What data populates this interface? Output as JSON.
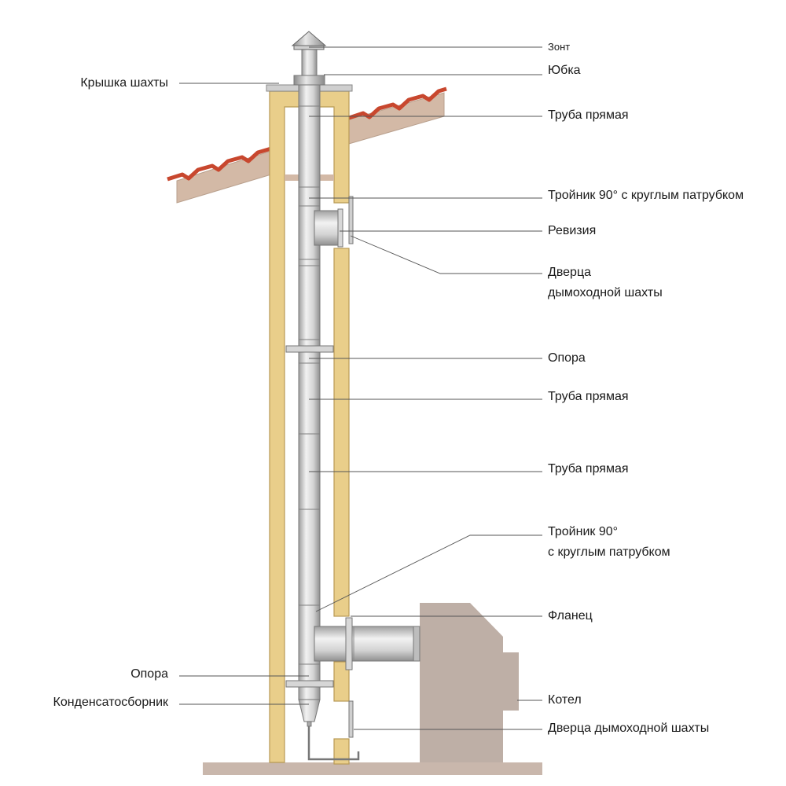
{
  "labels": {
    "zont": "Зонт",
    "yubka": "Юбка",
    "kryshka": "Крышка шахты",
    "truba1": "Труба прямая",
    "troynik1": "Тройник 90° с круглым патрубком",
    "reviziya": "Ревизия",
    "dverca1_l1": "Дверца",
    "dverca1_l2": "дымоходной шахты",
    "opora1": "Опора",
    "truba2": "Труба прямая",
    "truba3": "Труба прямая",
    "troynik2_l1": "Тройник 90°",
    "troynik2_l2": "с круглым патрубком",
    "flanec": "Фланец",
    "opora2": "Опора",
    "kondensat": "Конденсатосборник",
    "kotel": "Котел",
    "dverca2": "Дверца дымоходной шахты"
  },
  "colors": {
    "wall": "#E9CE8A",
    "wall_stroke": "#B89A55",
    "roof": "#D3B9A6",
    "tile": "#C8472E",
    "boiler": "#BEAFA6",
    "floor": "#C9B7AC",
    "pipe_light": "#EDEDED",
    "pipe_dark": "#A7A7A7"
  }
}
